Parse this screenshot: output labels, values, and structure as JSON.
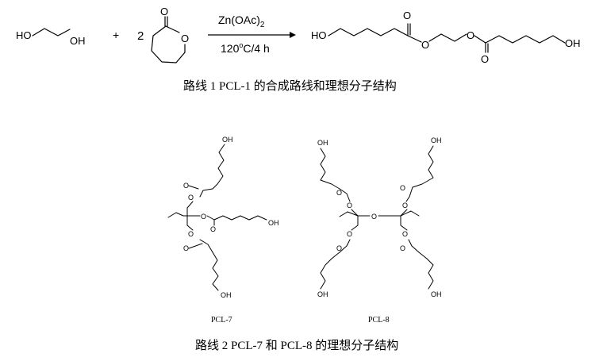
{
  "scheme1": {
    "reactant1": {
      "left_label": "HO",
      "right_label": "OH"
    },
    "plus": "+",
    "coefficient": "2",
    "lactone_atoms": {
      "carbonyl_o": "O",
      "ring_o": "O"
    },
    "conditions": {
      "catalyst_main": "Zn(OAc)",
      "catalyst_sub": "2",
      "temp_num": "120",
      "temp_sup": "o",
      "temp_rest": "C/4 h"
    },
    "product_labels": {
      "ho": "HO",
      "o1": "O",
      "o2": "O",
      "o3": "O",
      "o4": "O",
      "oh": "OH"
    },
    "caption": "路线 1 PCL-1 的合成路线和理想分子结构"
  },
  "scheme2": {
    "pcl7": {
      "name": "PCL-7",
      "labels": {
        "oh_top": "OH",
        "o_carbonyl_top": "O",
        "o_ester_top": "O",
        "o_ester_mid": "O",
        "o_carbonyl_mid": "O",
        "oh_mid": "OH",
        "o_ester_bot": "O",
        "o_carbonyl_bot": "O",
        "oh_bot": "OH"
      }
    },
    "pcl8": {
      "name": "PCL-8",
      "labels": {
        "oh_tl": "OH",
        "o_c_tl": "O",
        "o_e_tl": "O",
        "oh_tr": "OH",
        "o_c_tr": "O",
        "o_e_tr": "O",
        "o_ether": "O",
        "o_e_bl": "O",
        "o_c_bl": "O",
        "oh_bl": "OH",
        "o_e_br": "O",
        "o_c_br": "O",
        "oh_br": "OH"
      }
    },
    "caption": "路线 2 PCL-7 和 PCL-8 的理想分子结构"
  }
}
